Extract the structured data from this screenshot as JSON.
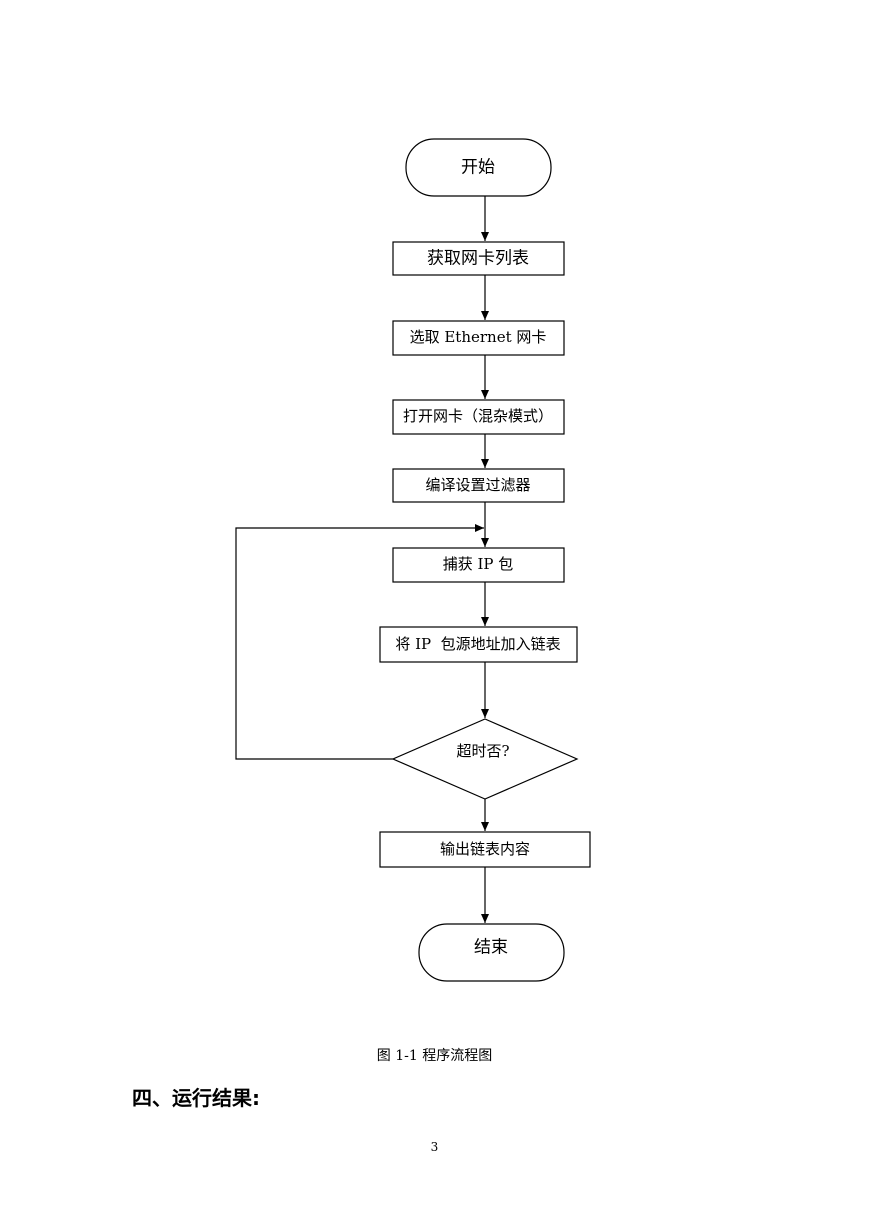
{
  "flowchart": {
    "start": "开始",
    "get_nic_list": "获取网卡列表",
    "select_ethernet": "选取 Ethernet 网卡",
    "open_nic": "打开网卡（混杂模式）",
    "compile_filter": "编译设置过滤器",
    "capture_ip": "捕获 IP 包",
    "add_to_list": "将 IP  包源地址加入链表",
    "timeout_decision": "超时否?",
    "output_list": "输出链表内容",
    "end": "结束"
  },
  "caption": "图 1-1 程序流程图",
  "section_heading": "四、运行结果:",
  "page_number": "3"
}
